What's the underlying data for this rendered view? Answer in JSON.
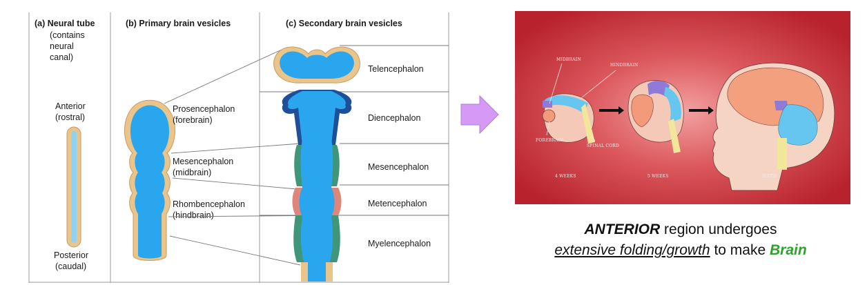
{
  "panel_a": {
    "title": "(a) Neural tube",
    "subtitle_lines": [
      "(contains",
      "neural",
      "canal)"
    ],
    "anterior_lines": [
      "Anterior",
      "(rostral)"
    ],
    "posterior_lines": [
      "Posterior",
      "(caudal)"
    ]
  },
  "panel_b": {
    "title": "(b) Primary brain vesicles",
    "vesicles": [
      {
        "name": "Prosencephalon",
        "common": "(forebrain)"
      },
      {
        "name": "Mesencephalon",
        "common": "(midbrain)"
      },
      {
        "name": "Rhombencephalon",
        "common": "(hindbrain)"
      }
    ]
  },
  "panel_c": {
    "title": "(c) Secondary brain vesicles",
    "vesicles": [
      "Telencephalon",
      "Diencephalon",
      "Mesencephalon",
      "Metencephalon",
      "Myelencephalon"
    ]
  },
  "embryo_image": {
    "labels": {
      "midbrain": "MIDBRAIN",
      "hindbrain": "HINDBRAIN",
      "forebrain": "FOREBRAIN",
      "spinal_cord": "SPINAL CORD"
    },
    "stages": [
      "4 WEEKS",
      "5 WEEKS",
      "BIRTH"
    ]
  },
  "caption": {
    "anterior": "ANTERIOR",
    "line1_rest": " region undergoes",
    "folding": "extensive folding/growth",
    "line2_mid": " to make ",
    "brain": "Brain"
  },
  "colors": {
    "neural_canal": "#2aa6ee",
    "tube_wall": "#e9c58c",
    "diencephalon_wall": "#1f4f99",
    "mesencephalon_wall": "#3f9678",
    "metencephalon_wall": "#e0857a",
    "arrow": "#d59af5",
    "brain_green": "#2ea12e",
    "photo_bg": "#c6333d"
  }
}
